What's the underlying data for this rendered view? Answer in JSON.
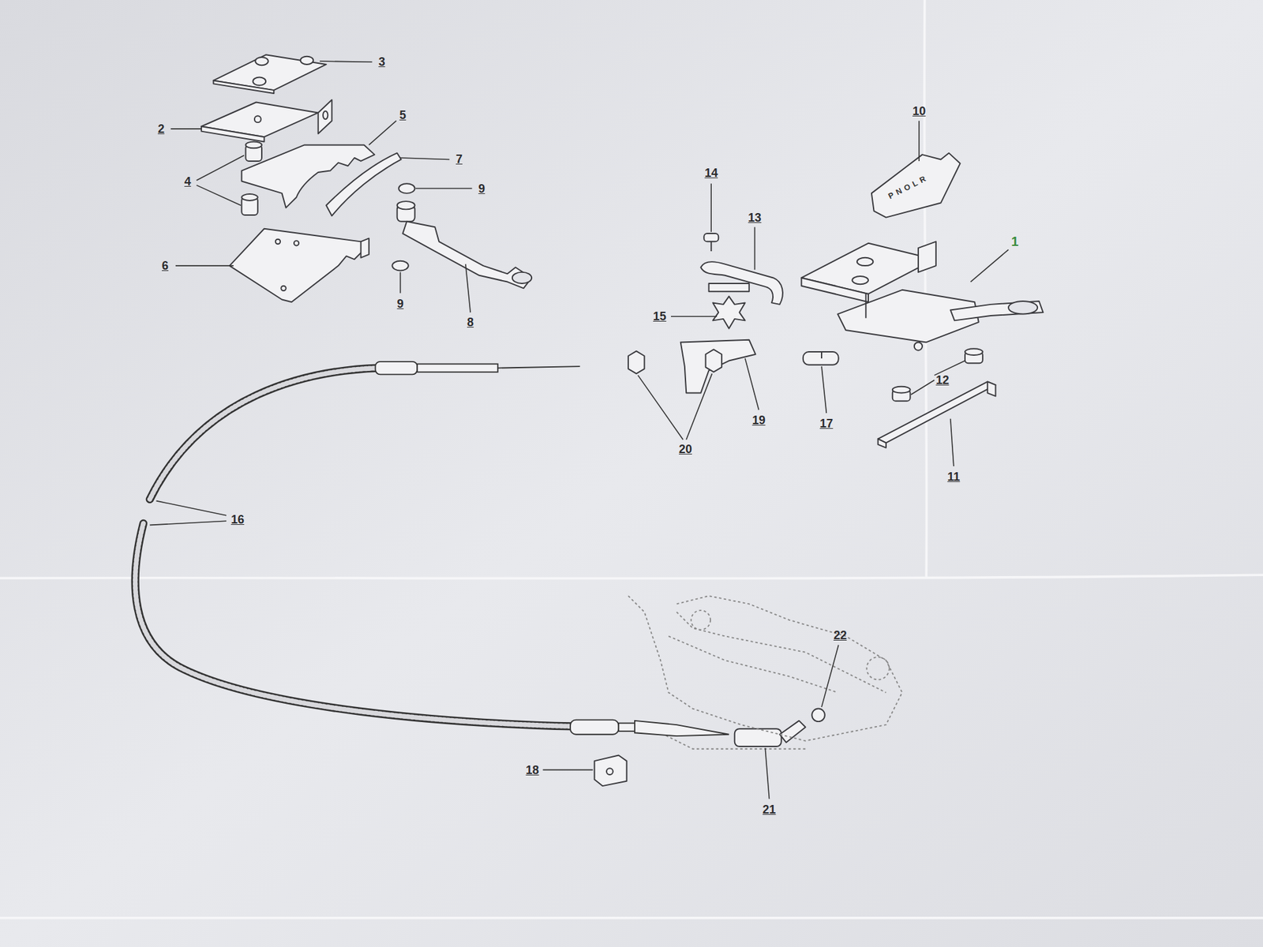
{
  "diagram": {
    "labels": [
      "3",
      "10",
      "5",
      "2",
      "7",
      "14",
      "4",
      "9",
      "PNOLR",
      "13",
      "1",
      "6",
      "9",
      "15",
      "8",
      "12",
      "19",
      "17",
      "20",
      "11",
      "16",
      "22",
      "18",
      "21"
    ]
  }
}
